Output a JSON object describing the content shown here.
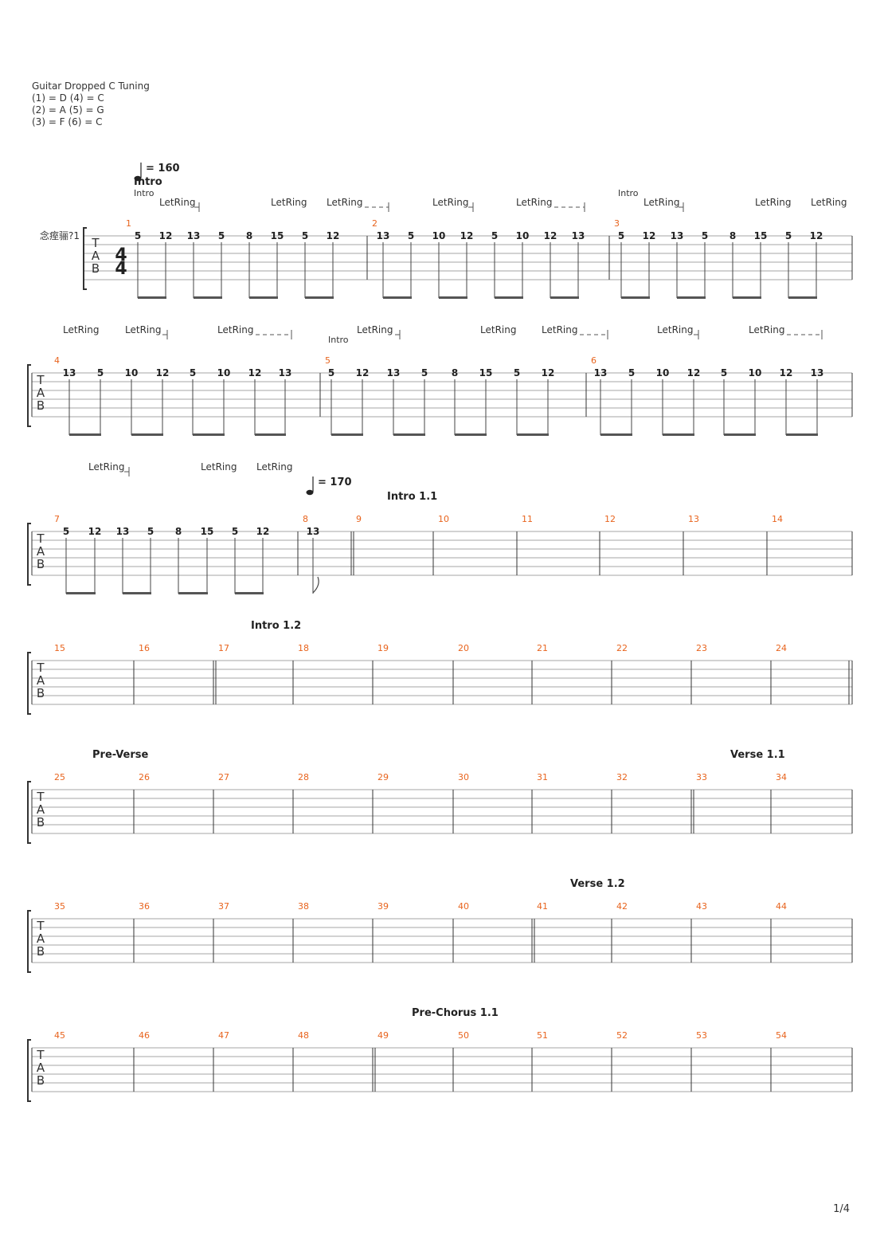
{
  "tuning": {
    "title": "Guitar Dropped C Tuning",
    "lines": [
      "(1) = D (4) = C",
      "(2) = A (5) = G",
      "(3) = F (6) = C"
    ]
  },
  "track_name": "念痓骊?1",
  "time_signature": {
    "top": "4",
    "bottom": "4"
  },
  "tab_letters": [
    "T",
    "A",
    "B"
  ],
  "tempo_markings": [
    {
      "label": "= 160",
      "measure": 1
    },
    {
      "label": "= 170",
      "measure": 8
    }
  ],
  "sections": [
    {
      "label": "Intro",
      "measure": 1
    },
    {
      "label": "Intro 1.1",
      "measure": 9
    },
    {
      "label": "Intro 1.2",
      "measure": 17
    },
    {
      "label": "Pre-Verse",
      "measure": 25
    },
    {
      "label": "Verse 1.1",
      "measure": 33
    },
    {
      "label": "Verse 1.2",
      "measure": 41
    },
    {
      "label": "Pre-Chorus 1.1",
      "measure": 49
    }
  ],
  "small_labels": [
    {
      "label": "Intro",
      "measure": 1
    },
    {
      "label": "Intro",
      "measure": 3
    },
    {
      "label": "Intro",
      "measure": 5
    }
  ],
  "let_ring_label": "LetRing",
  "measures": [
    {
      "n": 1,
      "notes": [
        "5",
        "12",
        "13",
        "5",
        "8",
        "15",
        "5",
        "12"
      ]
    },
    {
      "n": 2,
      "notes": [
        "13",
        "5",
        "10",
        "12",
        "5",
        "10",
        "12",
        "13"
      ]
    },
    {
      "n": 3,
      "notes": [
        "5",
        "12",
        "13",
        "5",
        "8",
        "15",
        "5",
        "12"
      ]
    },
    {
      "n": 4,
      "notes": [
        "13",
        "5",
        "10",
        "12",
        "5",
        "10",
        "12",
        "13"
      ]
    },
    {
      "n": 5,
      "notes": [
        "5",
        "12",
        "13",
        "5",
        "8",
        "15",
        "5",
        "12"
      ]
    },
    {
      "n": 6,
      "notes": [
        "13",
        "5",
        "10",
        "12",
        "5",
        "10",
        "12",
        "13"
      ]
    },
    {
      "n": 7,
      "notes": [
        "5",
        "12",
        "13",
        "5",
        "8",
        "15",
        "5",
        "12"
      ]
    },
    {
      "n": 8,
      "notes": [
        "13"
      ]
    }
  ],
  "page_number": "1/4",
  "colors": {
    "measure_number": "#e8641e",
    "staff_line": "#888888",
    "barline": "#333333",
    "text": "#222222"
  }
}
